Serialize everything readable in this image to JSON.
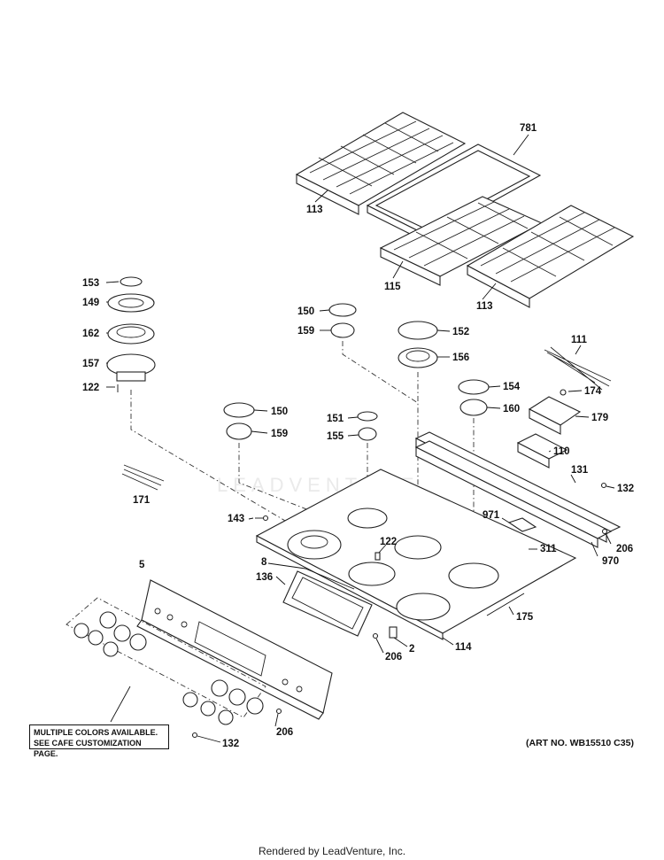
{
  "labels": {
    "p781": "781",
    "p113a": "113",
    "p115": "115",
    "p113b": "113",
    "p153": "153",
    "p149": "149",
    "p162": "162",
    "p157": "157",
    "p122a": "122",
    "p150a": "150",
    "p159a": "159",
    "p152": "152",
    "p156": "156",
    "p111": "111",
    "p174": "174",
    "p154": "154",
    "p160": "160",
    "p179": "179",
    "p150b": "150",
    "p159b": "159",
    "p151": "151",
    "p155": "155",
    "p110": "110",
    "p131": "131",
    "p132a": "132",
    "p171": "171",
    "p143": "143",
    "p971": "971",
    "p206a": "206",
    "p970": "970",
    "p122b": "122",
    "p311": "311",
    "p5": "5",
    "p8": "8",
    "p136": "136",
    "p175": "175",
    "p206b": "206",
    "p2": "2",
    "p114": "114",
    "p206c": "206",
    "p132b": "132"
  },
  "note": {
    "line1": "MULTIPLE COLORS AVAILABLE.",
    "line2": "SEE CAFE CUSTOMIZATION PAGE."
  },
  "art_number": "(ART NO. WB15510 C35)",
  "footer": "Rendered by LeadVenture, Inc.",
  "watermark": "LEADVENTURE"
}
